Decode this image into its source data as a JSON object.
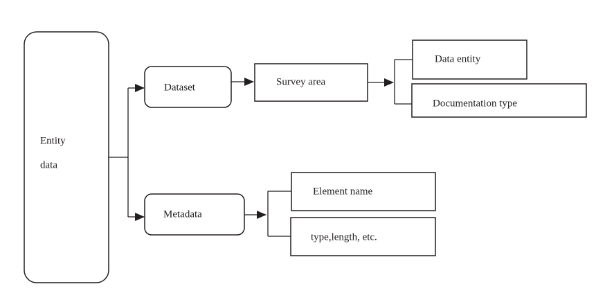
{
  "diagram": {
    "root": {
      "line1": "Entity",
      "line2": "data"
    },
    "dataset": {
      "label": "Dataset",
      "survey_area": "Survey area",
      "children": [
        "Data entity",
        "Documentation type"
      ]
    },
    "metadata": {
      "label": "Metadata",
      "children": [
        "Element name",
        "type,length, etc."
      ]
    }
  },
  "colors": {
    "stroke": "#231f20",
    "background": "#ffffff"
  }
}
